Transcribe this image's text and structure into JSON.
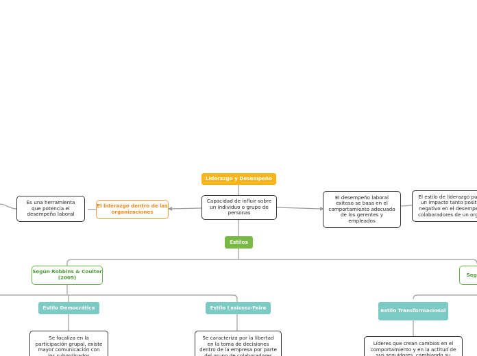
{
  "mindmap": {
    "root": "Capacidad de influir sobre un individuo o grupo de personas",
    "title_label": "Liderazgo y Desempeño",
    "left_topic": "El liderazgo dentro de las organizaciones",
    "left_note": "Es una herramienta que potencia el desempeño laboral",
    "right_note": "El desempeño laboral exitoso se basa en el comportamiento adecuado de los gerentes y empleados",
    "far_right_note": "El estilo de liderazgo puede tener un impacto tanto positivo como negativo en el desempeño de los colaboradores de un organización",
    "styles_label": "Estilos",
    "robbins": "Según Robbins & Coulter (2005)",
    "right_author": "Según Bass & Avolio",
    "democratic": "Estilo Democrático",
    "laissez": "Estilo Lasissez-Faire",
    "transformational": "Estilo Transformacional",
    "democratic_desc": "Se focaliza en la participación grupal, existe mayor comunicación con los subordinados",
    "laissez_desc": "Se caracteriza por la libertad en la toma de decisiones dentro de la empresa por parte del grupo de colaboradores",
    "transformational_desc": "Líderes que crean cambios en el comportamiento y en la actitud de sus seguidores, cambiando su forma de pensar"
  },
  "colors": {
    "orange": "#f7b51a",
    "green": "#79b946",
    "teal": "#7ccac4",
    "orange_outline": "#f2a23a",
    "green_outline": "#67b04c",
    "connector": "#999999"
  }
}
